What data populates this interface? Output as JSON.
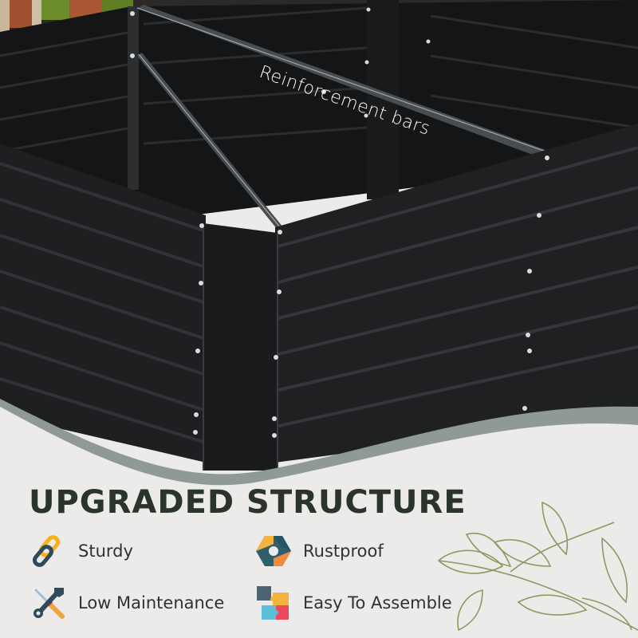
{
  "product_image": {
    "subject": "dark grey corrugated steel raised garden bed",
    "callout_label": "Reinforcement bars"
  },
  "headline": "UPGRADED STRUCTURE",
  "features": [
    {
      "label": "Sturdy",
      "icon": "chain-link-icon"
    },
    {
      "label": "Low Maintenance",
      "icon": "wrench-screwdriver-icon"
    },
    {
      "label": "Rustproof",
      "icon": "hexagon-shield-icon"
    },
    {
      "label": "Easy To Assemble",
      "icon": "puzzle-pieces-icon"
    }
  ],
  "colors": {
    "background": "#ecebe9",
    "wave_accent": "#8f9a96",
    "headline_text": "#2a332c",
    "leaf_line": "#8a9a63",
    "planter_dark": "#1b1c1d"
  }
}
